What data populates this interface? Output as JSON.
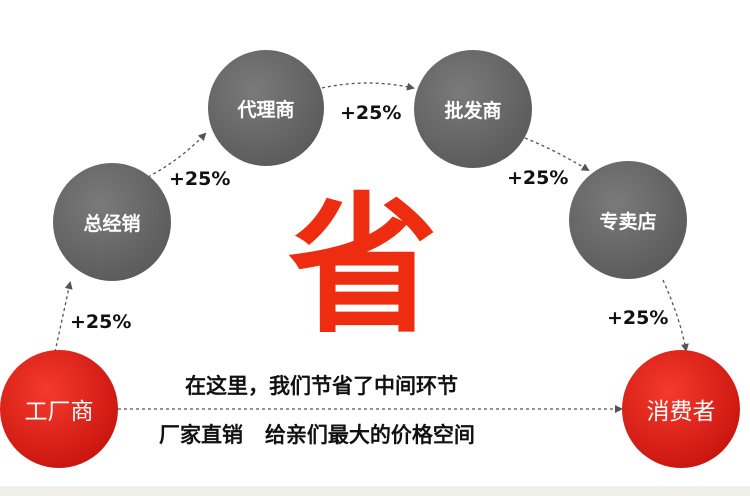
{
  "nodes": {
    "factory": "工厂商",
    "general_distributor": "总经销",
    "agent": "代理商",
    "wholesaler": "批发商",
    "specialty_store": "专卖店",
    "consumer": "消费者"
  },
  "markups": {
    "factory_to_general": "+25%",
    "general_to_agent": "+25%",
    "agent_to_wholesaler": "+25%",
    "wholesaler_to_store": "+25%",
    "store_to_consumer": "+25%"
  },
  "center_char": "省",
  "slogan": {
    "line1": "在这里，我们节省了中间环节",
    "line2": "厂家直销   给亲们最大的价格空间"
  },
  "colors": {
    "red_node": "#e8261b",
    "gray_node": "#6b6b6b",
    "accent_char": "#ee2c10",
    "arrow": "#555555"
  }
}
